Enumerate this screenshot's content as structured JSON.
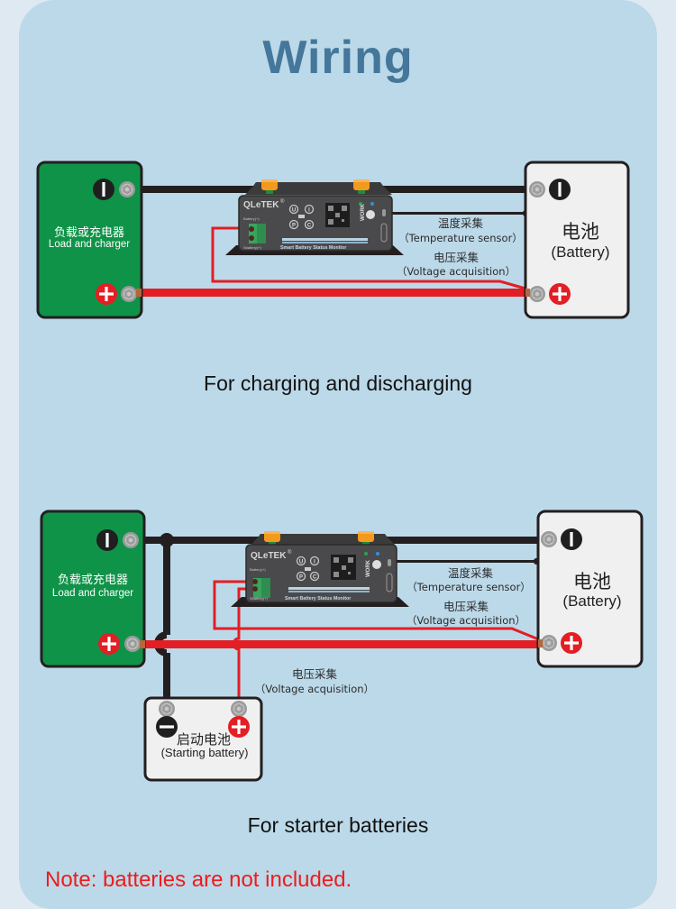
{
  "title": "Wiring",
  "colors": {
    "title": "#44779a",
    "panel_bg": "#bcd9e9",
    "page_bg": "#dfe9f1",
    "load_box": "#0f9348",
    "battery_box": "#f0f0f0",
    "wire_negative": "#231f20",
    "wire_positive": "#e31e24",
    "note": "#ee1c1c"
  },
  "diagram1": {
    "caption": "For charging and discharging",
    "load": {
      "label_cn": "负载或充电器",
      "label_en": "Load and charger"
    },
    "battery": {
      "label_cn": "电池",
      "label_en": "(Battery)"
    },
    "temp_label_cn": "温度采集",
    "temp_label_en": "（Temperature sensor）",
    "volt_label_cn": "电压采集",
    "volt_label_en": "（Voltage acquisition）"
  },
  "diagram2": {
    "caption": "For starter batteries",
    "load": {
      "label_cn": "负载或充电器",
      "label_en": "Load and charger"
    },
    "battery": {
      "label_cn": "电池",
      "label_en": "(Battery)"
    },
    "starter": {
      "label_cn": "启动电池",
      "label_en": "(Starting battery)"
    },
    "temp_label_cn": "温度采集",
    "temp_label_en": "（Temperature sensor）",
    "volt_label_cn": "电压采集",
    "volt_label_en": "（Voltage acquisition）",
    "volt2_label_cn": "电压采集",
    "volt2_label_en": "（Voltage acquisition）"
  },
  "monitor": {
    "brand": "QLeTEK",
    "registered": "®",
    "product_name": "Smart Battery Status Monitor",
    "port_top": "Battery(+)",
    "port_bottom": "Sbattery(+)",
    "work_label": "WORK",
    "buttons": [
      "U",
      "I",
      "P",
      "C"
    ]
  },
  "terminals": {
    "negative_symbol": "−",
    "positive_symbol": "+"
  },
  "note": "Note: batteries are not included."
}
